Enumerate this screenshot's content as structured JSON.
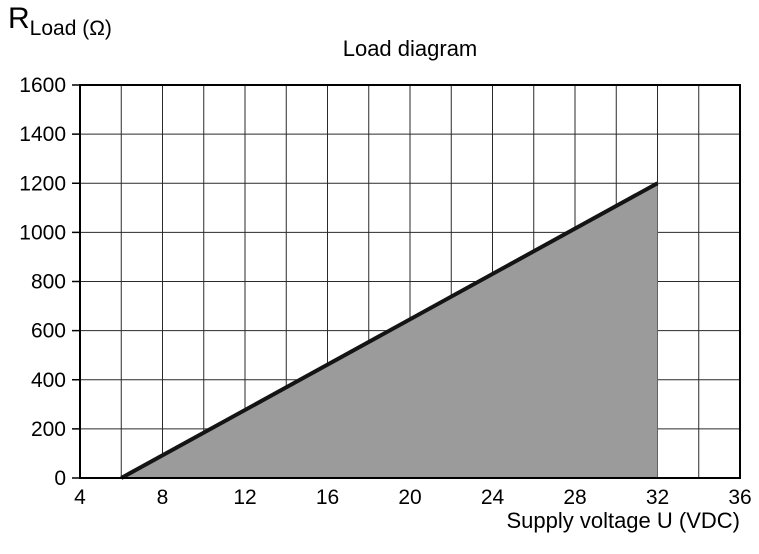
{
  "chart_data": {
    "type": "area",
    "title": "Load diagram",
    "xlabel": "Supply voltage U (VDC)",
    "ylabel_main": "R",
    "ylabel_sub": "Load",
    "ylabel_unit": " (Ω)",
    "xlim": [
      4,
      36
    ],
    "ylim": [
      0,
      1600
    ],
    "xticks": [
      4,
      8,
      12,
      16,
      20,
      24,
      28,
      32,
      36
    ],
    "yticks": [
      0,
      200,
      400,
      600,
      800,
      1000,
      1200,
      1400,
      1600
    ],
    "x_grid_step": 2,
    "y_grid_step": 200,
    "grid_on": true,
    "grid_color": "#2a2a2a",
    "frame_color": "#000000",
    "background": "#ffffff",
    "series": [
      {
        "name": "max-load-resistance-line",
        "type": "line",
        "color": "#141414",
        "width": 4,
        "points": [
          [
            6,
            0
          ],
          [
            32,
            1200
          ]
        ]
      }
    ],
    "shaded_region": {
      "name": "allowed-operating-area",
      "fill": "#9b9b9b",
      "points": [
        [
          6,
          0
        ],
        [
          32,
          1200
        ],
        [
          32,
          0
        ]
      ]
    }
  }
}
